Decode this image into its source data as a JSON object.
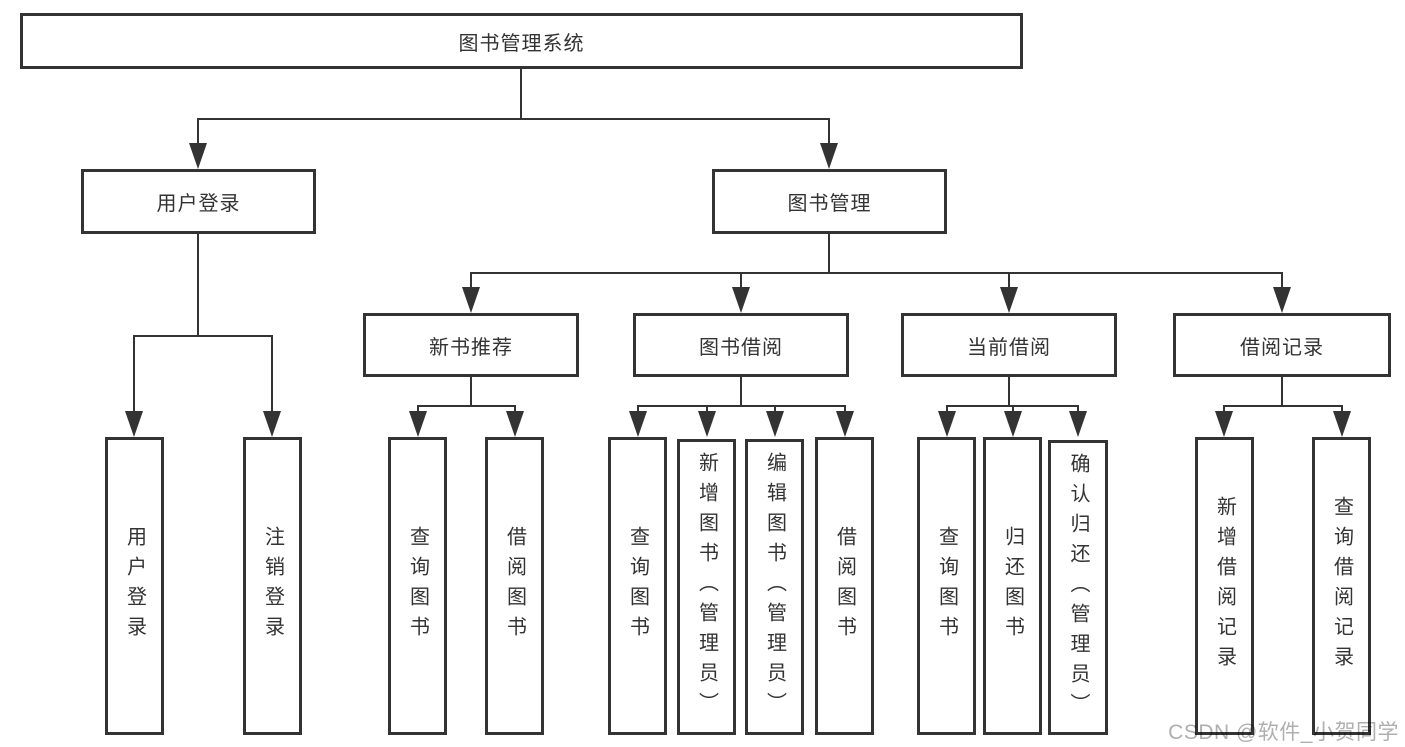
{
  "diagram": {
    "type": "hierarchy-structure-diagram",
    "watermark": {
      "text": "CSDN @软件_小贺同学",
      "color": "#a8a8a8"
    },
    "colors": {
      "background": "#ffffff",
      "box_fill": "#ffffff",
      "box_border": "#333333",
      "line": "#333333",
      "text": "#333333"
    },
    "tree": {
      "root": {
        "id": "library-management-system",
        "label": "图书管理系统",
        "children": [
          "user-login",
          "book-management"
        ]
      },
      "level2": [
        {
          "id": "user-login",
          "label": "用户登录",
          "parent": "library-management-system",
          "children": [
            "leaf-user-login",
            "leaf-logout"
          ]
        },
        {
          "id": "book-management",
          "label": "图书管理",
          "parent": "library-management-system",
          "children": [
            "new-book-recommendation",
            "book-borrowing",
            "current-borrowing",
            "borrowing-records"
          ]
        }
      ],
      "level3": [
        {
          "id": "new-book-recommendation",
          "label": "新书推荐",
          "parent": "book-management",
          "children": [
            "leaf-query-books-1",
            "leaf-borrow-books-1"
          ]
        },
        {
          "id": "book-borrowing",
          "label": "图书借阅",
          "parent": "book-management",
          "children": [
            "leaf-query-books-2",
            "leaf-add-books-admin",
            "leaf-edit-books-admin",
            "leaf-borrow-books-2"
          ]
        },
        {
          "id": "current-borrowing",
          "label": "当前借阅",
          "parent": "book-management",
          "children": [
            "leaf-query-books-3",
            "leaf-return-books",
            "leaf-confirm-return-admin"
          ]
        },
        {
          "id": "borrowing-records",
          "label": "借阅记录",
          "parent": "book-management",
          "children": [
            "leaf-add-borrow-record",
            "leaf-query-borrow-record"
          ]
        }
      ],
      "leaves": [
        {
          "id": "leaf-user-login",
          "label": "用户登录",
          "parent": "user-login"
        },
        {
          "id": "leaf-logout",
          "label": "注销登录",
          "parent": "user-login"
        },
        {
          "id": "leaf-query-books-1",
          "label": "查询图书",
          "parent": "new-book-recommendation"
        },
        {
          "id": "leaf-borrow-books-1",
          "label": "借阅图书",
          "parent": "new-book-recommendation"
        },
        {
          "id": "leaf-query-books-2",
          "label": "查询图书",
          "parent": "book-borrowing"
        },
        {
          "id": "leaf-add-books-admin",
          "label": "新增图书（管理员）",
          "parent": "book-borrowing"
        },
        {
          "id": "leaf-edit-books-admin",
          "label": "编辑图书（管理员）",
          "parent": "book-borrowing"
        },
        {
          "id": "leaf-borrow-books-2",
          "label": "借阅图书",
          "parent": "book-borrowing"
        },
        {
          "id": "leaf-query-books-3",
          "label": "查询图书",
          "parent": "current-borrowing"
        },
        {
          "id": "leaf-return-books",
          "label": "归还图书",
          "parent": "current-borrowing"
        },
        {
          "id": "leaf-confirm-return-admin",
          "label": "确认归还（管理员）",
          "parent": "current-borrowing"
        },
        {
          "id": "leaf-add-borrow-record",
          "label": "新增借阅记录",
          "parent": "borrowing-records"
        },
        {
          "id": "leaf-query-borrow-record",
          "label": "查询借阅记录",
          "parent": "borrowing-records"
        }
      ]
    }
  }
}
